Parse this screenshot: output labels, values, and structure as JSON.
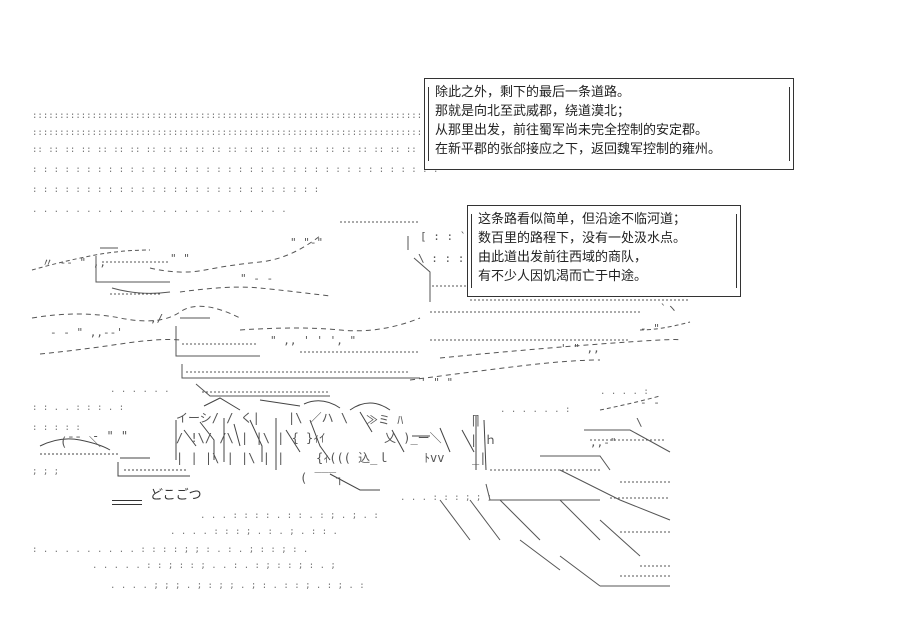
{
  "bubbles": [
    {
      "lines": [
        "除此之外，剩下的最后一条道路。",
        "那就是向北至武威郡，绕道漠北；",
        "从那里出发，前往蜀军尚未完全控制的安定郡。",
        "在新平郡的张郃接应之下，返回魏军控制的雍州。"
      ]
    },
    {
      "lines": [
        "这条路看似简单，但沿途不临河道；",
        "数百里的路程下，没有一处汲水点。",
        "由此道出发前往西域的商队，",
        "有不少人因饥渴而亡于中途。"
      ]
    }
  ],
  "art": {
    "signature": "どこごつ",
    "caption_text": "イーシ/ / く|",
    "colors": {
      "ink": "#555555",
      "border": "#333333",
      "background": "#ffffff"
    }
  }
}
